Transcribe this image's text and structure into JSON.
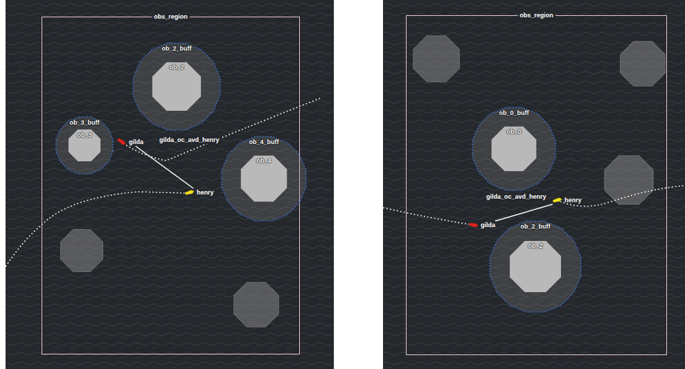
{
  "diagram": {
    "nodes": [
      {
        "text": [
          "obs_region"
        ]
      },
      {
        "text": [
          "ob_2_buff"
        ],
        "in": 0
      },
      {
        "text": [
          "ob_2"
        ],
        "in": 1
      },
      {
        "text": [
          "ob_3_buff"
        ],
        "in": 0
      },
      {
        "text": [
          "ob_3"
        ],
        "in": 3
      },
      {
        "text": [
          "gilda"
        ],
        "in": 0
      },
      {
        "text": [
          "ob_4_buff"
        ],
        "in": 0
      },
      {
        "text": [
          "ob_4"
        ],
        "in": 6
      },
      {
        "text": [
          "henry"
        ],
        "in": 0
      },
      {
        "text": [
          "obs_region"
        ]
      },
      {
        "text": [
          "ob_0_buff"
        ],
        "in": 9
      },
      {
        "text": [
          "ob_0"
        ],
        "in": 10
      },
      {
        "text": [
          "henry"
        ],
        "in": 9
      },
      {
        "text": [
          "gilda"
        ],
        "in": 9
      },
      {
        "text": [
          "ob_2_buff"
        ],
        "in": 9
      },
      {
        "text": [
          "ob_2"
        ],
        "in": 14
      }
    ],
    "edges": [
      {
        "from": 5,
        "to": 8,
        "arrow": "none"
      },
      {
        "from": 13,
        "to": 12,
        "arrow": "none"
      }
    ],
    "labels": [
      "gilda_oc_avd_henry",
      "gilda_oc_avd_henry"
    ]
  }
}
